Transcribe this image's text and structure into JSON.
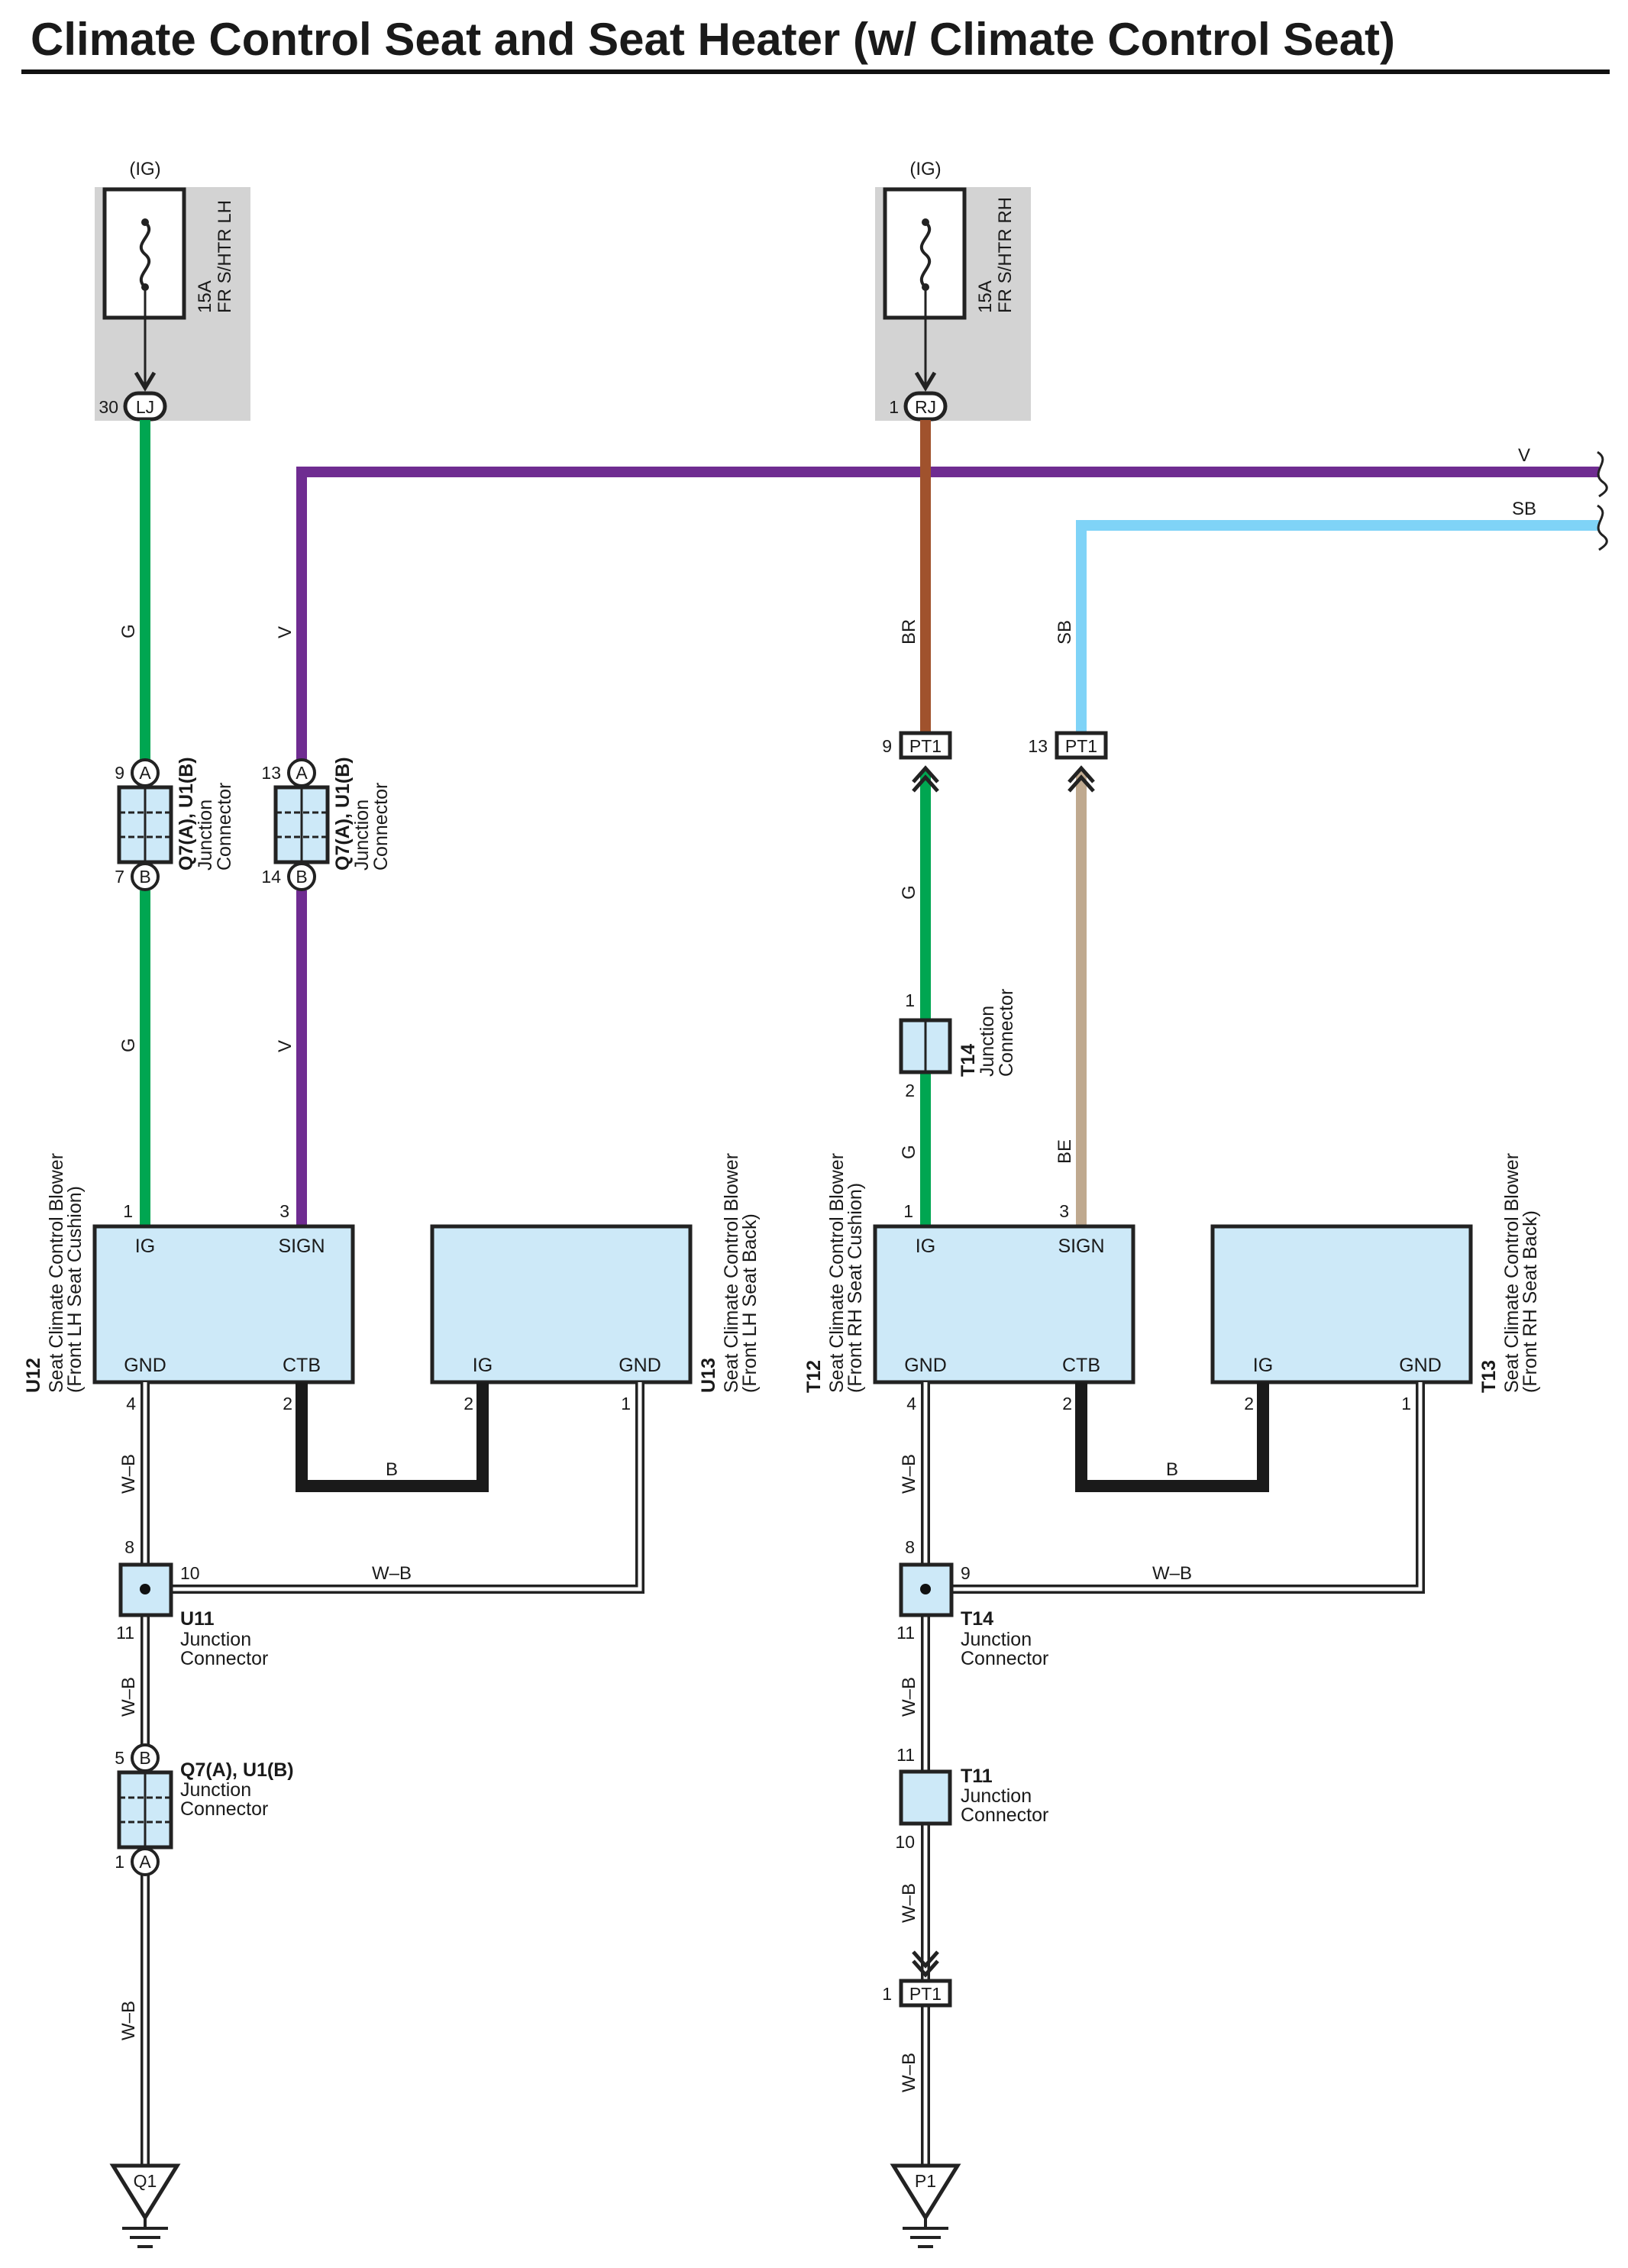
{
  "title": "Climate Control Seat and Seat Heater (w/ Climate Control Seat)",
  "fuses": [
    {
      "power": "(IG)",
      "rating": "15A",
      "name": "FR S/HTR LH",
      "pin": "30",
      "connector": "LJ"
    },
    {
      "power": "(IG)",
      "rating": "15A",
      "name": "FR S/HTR RH",
      "pin": "1",
      "connector": "RJ"
    }
  ],
  "wire_colors": {
    "G": "#00a651",
    "V": "#6f2c91",
    "BR": "#a0522d",
    "SB": "#7fd3f7",
    "BE": "#bfa98f",
    "B": "#1a1a1a",
    "W-B": "#ffffff"
  },
  "bus_labels": {
    "v": "V",
    "sb": "SB"
  },
  "wire_labels": {
    "lh_g_top": "G",
    "lh_v_top": "V",
    "lh_g_bot": "G",
    "lh_v_bot": "V",
    "rh_br": "BR",
    "rh_sb": "SB",
    "rh_g_mid": "G",
    "rh_g_low": "G",
    "rh_be": "BE",
    "lh_b": "B",
    "rh_b": "B",
    "lh_wb1": "W–B",
    "lh_wb_h": "W–B",
    "lh_wb2": "W–B",
    "lh_wb3": "W–B",
    "rh_wb1": "W–B",
    "rh_wb_h": "W–B",
    "rh_wb2": "W–B",
    "rh_wb3": "W–B",
    "rh_wb4": "W–B"
  },
  "junction_connectors": {
    "jc_lh_g": {
      "pin_top": "9",
      "letter_top": "A",
      "pin_bot": "7",
      "letter_bot": "B",
      "code": "Q7(A), U1(B)",
      "line1": "Junction",
      "line2": "Connector"
    },
    "jc_lh_v": {
      "pin_top": "13",
      "letter_top": "A",
      "pin_bot": "14",
      "letter_bot": "B",
      "code": "Q7(A), U1(B)",
      "line1": "Junction",
      "line2": "Connector"
    },
    "jc_lh_gnd": {
      "pin_top": "5",
      "letter_top": "B",
      "pin_bot": "1",
      "letter_bot": "A",
      "code": "Q7(A), U1(B)",
      "line1": "Junction",
      "line2": "Connector"
    },
    "u11": {
      "pin_top": "8",
      "pin_side": "10",
      "pin_bot": "11",
      "code": "U11",
      "line1": "Junction",
      "line2": "Connector"
    },
    "t14_top": {
      "pin_top": "1",
      "pin_bot": "2",
      "code": "T14",
      "line1": "Junction",
      "line2": "Connector"
    },
    "t14_gnd": {
      "pin_top": "8",
      "pin_side": "9",
      "pin_bot": "11",
      "code": "T14",
      "line1": "Junction",
      "line2": "Connector"
    },
    "t11": {
      "pin_top": "11",
      "pin_bot": "10",
      "code": "T11",
      "line1": "Junction",
      "line2": "Connector"
    }
  },
  "pt1_connectors": [
    {
      "pin": "9",
      "label": "PT1"
    },
    {
      "pin": "13",
      "label": "PT1"
    },
    {
      "pin": "1",
      "label": "PT1"
    }
  ],
  "components": {
    "u12": {
      "code": "U12",
      "line1": "Seat Climate Control Blower",
      "line2": "(Front LH Seat Cushion)",
      "ig": "IG",
      "sign": "SIGN",
      "gnd": "GND",
      "ctb": "CTB",
      "pin_ig": "1",
      "pin_sign": "3",
      "pin_gnd": "4",
      "pin_ctb": "2"
    },
    "u13": {
      "code": "U13",
      "line1": "Seat Climate Control Blower",
      "line2": "(Front LH Seat Back)",
      "ig": "IG",
      "gnd": "GND",
      "pin_ig": "2",
      "pin_gnd": "1"
    },
    "t12": {
      "code": "T12",
      "line1": "Seat Climate Control Blower",
      "line2": "(Front RH Seat Cushion)",
      "ig": "IG",
      "sign": "SIGN",
      "gnd": "GND",
      "ctb": "CTB",
      "pin_ig": "1",
      "pin_sign": "3",
      "pin_gnd": "4",
      "pin_ctb": "2"
    },
    "t13": {
      "code": "T13",
      "line1": "Seat Climate Control Blower",
      "line2": "(Front RH Seat Back)",
      "ig": "IG",
      "gnd": "GND",
      "pin_ig": "2",
      "pin_gnd": "1"
    }
  },
  "grounds": {
    "left": "Q1",
    "right": "P1"
  }
}
